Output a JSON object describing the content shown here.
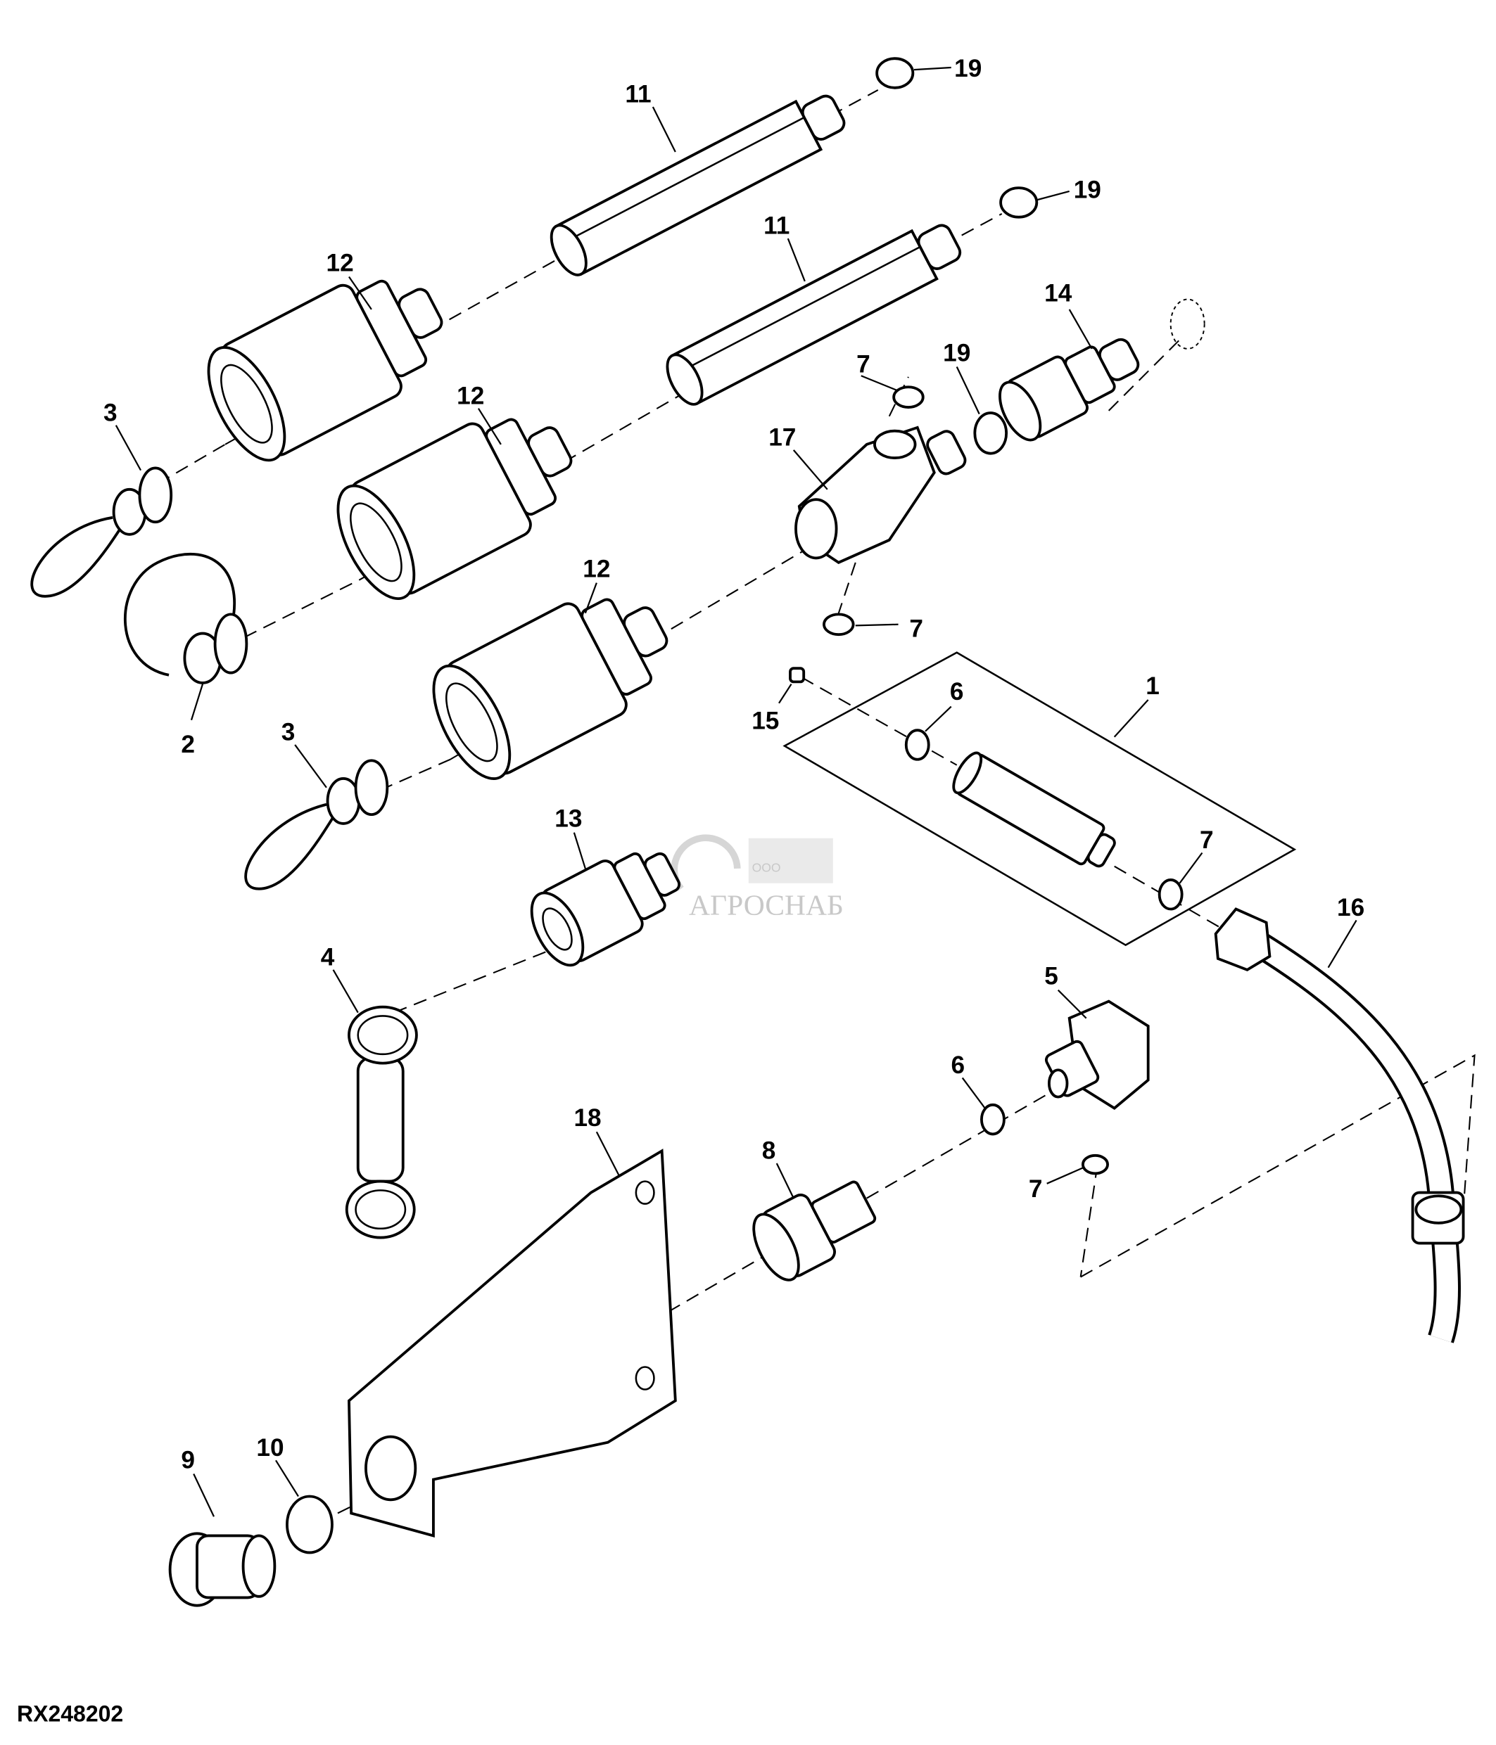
{
  "diagram": {
    "reference_code": "RX248202",
    "watermark": {
      "prefix": "ООО",
      "name": "АГРОСНАБ"
    },
    "callouts": {
      "c11a": "11",
      "c19a": "19",
      "c11b": "11",
      "c19b": "19",
      "c12a": "12",
      "c14": "14",
      "c7a": "7",
      "c19c": "19",
      "c12b": "12",
      "c3a": "3",
      "c17": "17",
      "c12c": "12",
      "c7b": "7",
      "c1": "1",
      "c6a": "6",
      "c15": "15",
      "c2": "2",
      "c3b": "3",
      "c7c": "7",
      "c13": "13",
      "c16": "16",
      "c4": "4",
      "c5": "5",
      "c6b": "6",
      "c18": "18",
      "c8": "8",
      "c7d": "7",
      "c9": "9",
      "c10": "10"
    }
  }
}
